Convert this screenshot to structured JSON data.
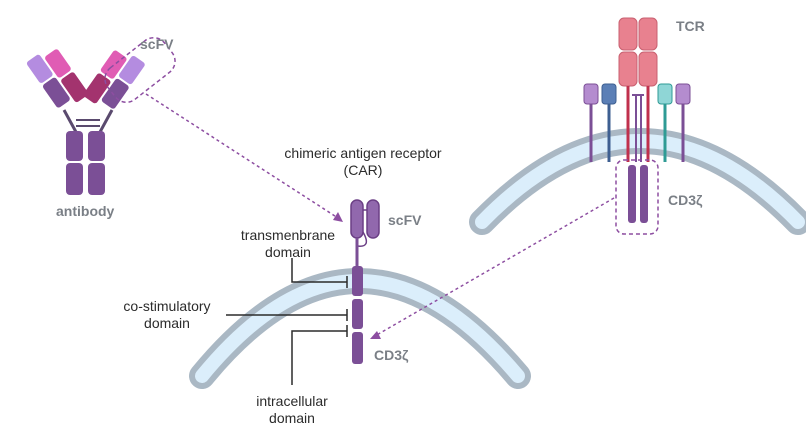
{
  "labels": {
    "antibody_scfv": "scFV",
    "antibody": "antibody",
    "car_title_line1": "chimeric antigen receptor",
    "car_title_line2": "(CAR)",
    "car_scfv": "scFV",
    "transmembrane_line1": "transmenbrane",
    "transmembrane_line2": "domain",
    "costim_line1": "co-stimulatory",
    "costim_line2": "domain",
    "car_cd3z": "CD3ζ",
    "intracellular_line1": "intracellular",
    "intracellular_line2": "domain",
    "tcr": "TCR",
    "tcr_cd3z": "CD3ζ"
  },
  "colors": {
    "membrane_outer": "#aab8c4",
    "membrane_inner": "#dbeefb",
    "purple_dark": "#7b4f96",
    "purple_med": "#9168ad",
    "lavender": "#b48ce0",
    "magenta": "#e05cb4",
    "maroon": "#a3336e",
    "pink_tcr": "#e8818f",
    "teal": "#2f9b95",
    "blue": "#5b7fb6",
    "dashed": "#8d4ea1"
  }
}
